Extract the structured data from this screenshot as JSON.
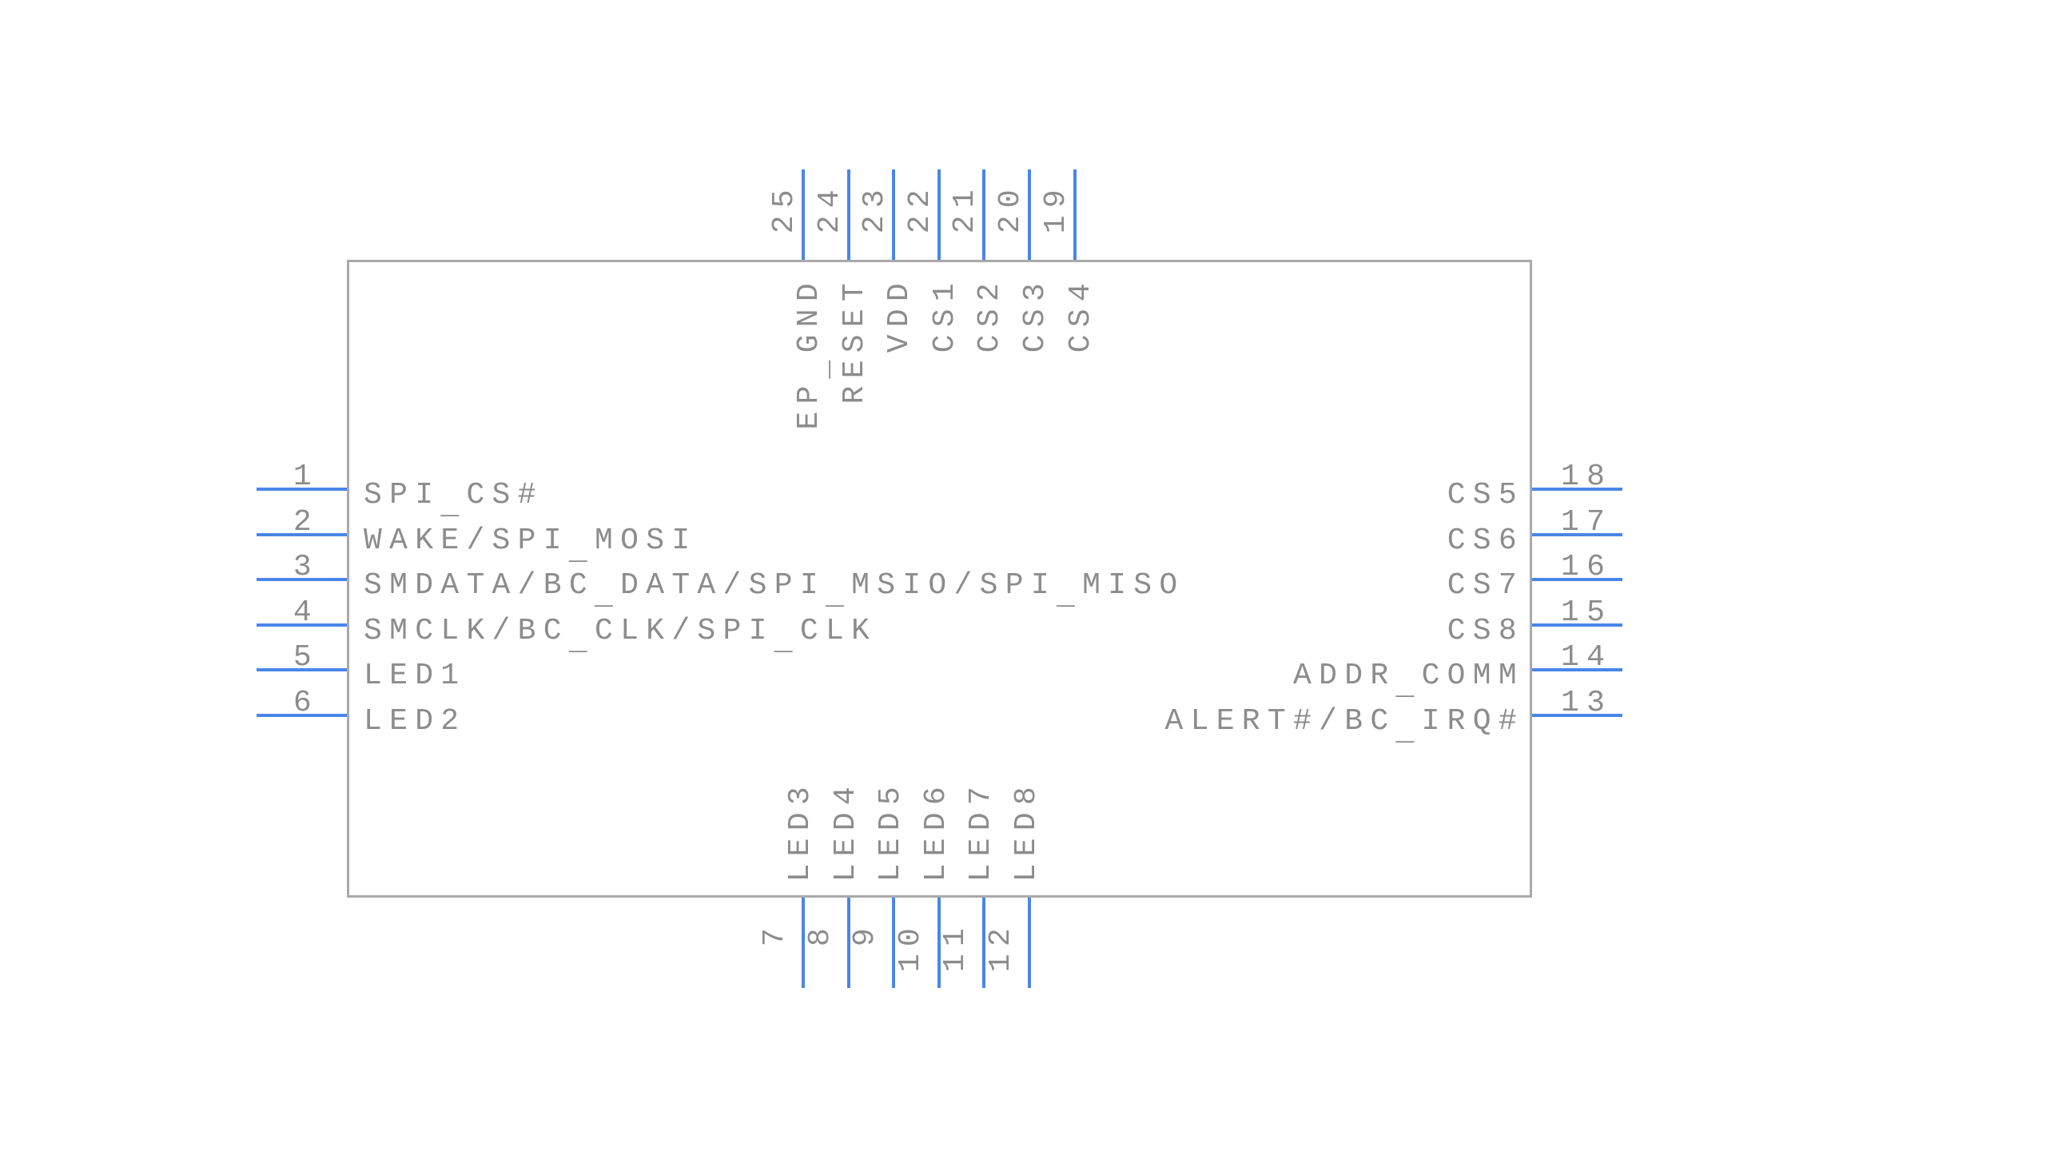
{
  "colors": {
    "pin_line": "#4a86e8",
    "body_outline": "#a9a9a9",
    "text": "#8c8c8c",
    "canvas": "#ffffff"
  },
  "pins": {
    "left": [
      {
        "number": "1",
        "name": "SPI_CS#"
      },
      {
        "number": "2",
        "name": "WAKE/SPI_MOSI"
      },
      {
        "number": "3",
        "name": "SMDATA/BC_DATA/SPI_MSIO/SPI_MISO"
      },
      {
        "number": "4",
        "name": "SMCLK/BC_CLK/SPI_CLK"
      },
      {
        "number": "5",
        "name": "LED1"
      },
      {
        "number": "6",
        "name": "LED2"
      }
    ],
    "right": [
      {
        "number": "18",
        "name": "CS5"
      },
      {
        "number": "17",
        "name": "CS6"
      },
      {
        "number": "16",
        "name": "CS7"
      },
      {
        "number": "15",
        "name": "CS8"
      },
      {
        "number": "14",
        "name": "ADDR_COMM"
      },
      {
        "number": "13",
        "name": "ALERT#/BC_IRQ#"
      }
    ],
    "top": [
      {
        "number": "25",
        "name": "EP_GND"
      },
      {
        "number": "24",
        "name": "RESET"
      },
      {
        "number": "23",
        "name": "VDD"
      },
      {
        "number": "22",
        "name": "CS1"
      },
      {
        "number": "21",
        "name": "CS2"
      },
      {
        "number": "20",
        "name": "CS3"
      },
      {
        "number": "19",
        "name": "CS4"
      }
    ],
    "bottom": [
      {
        "number": "7",
        "name": "LED3"
      },
      {
        "number": "8",
        "name": "LED4"
      },
      {
        "number": "9",
        "name": "LED5"
      },
      {
        "number": "10",
        "name": "LED6"
      },
      {
        "number": "11",
        "name": "LED7"
      },
      {
        "number": "12",
        "name": "LED8"
      }
    ]
  }
}
